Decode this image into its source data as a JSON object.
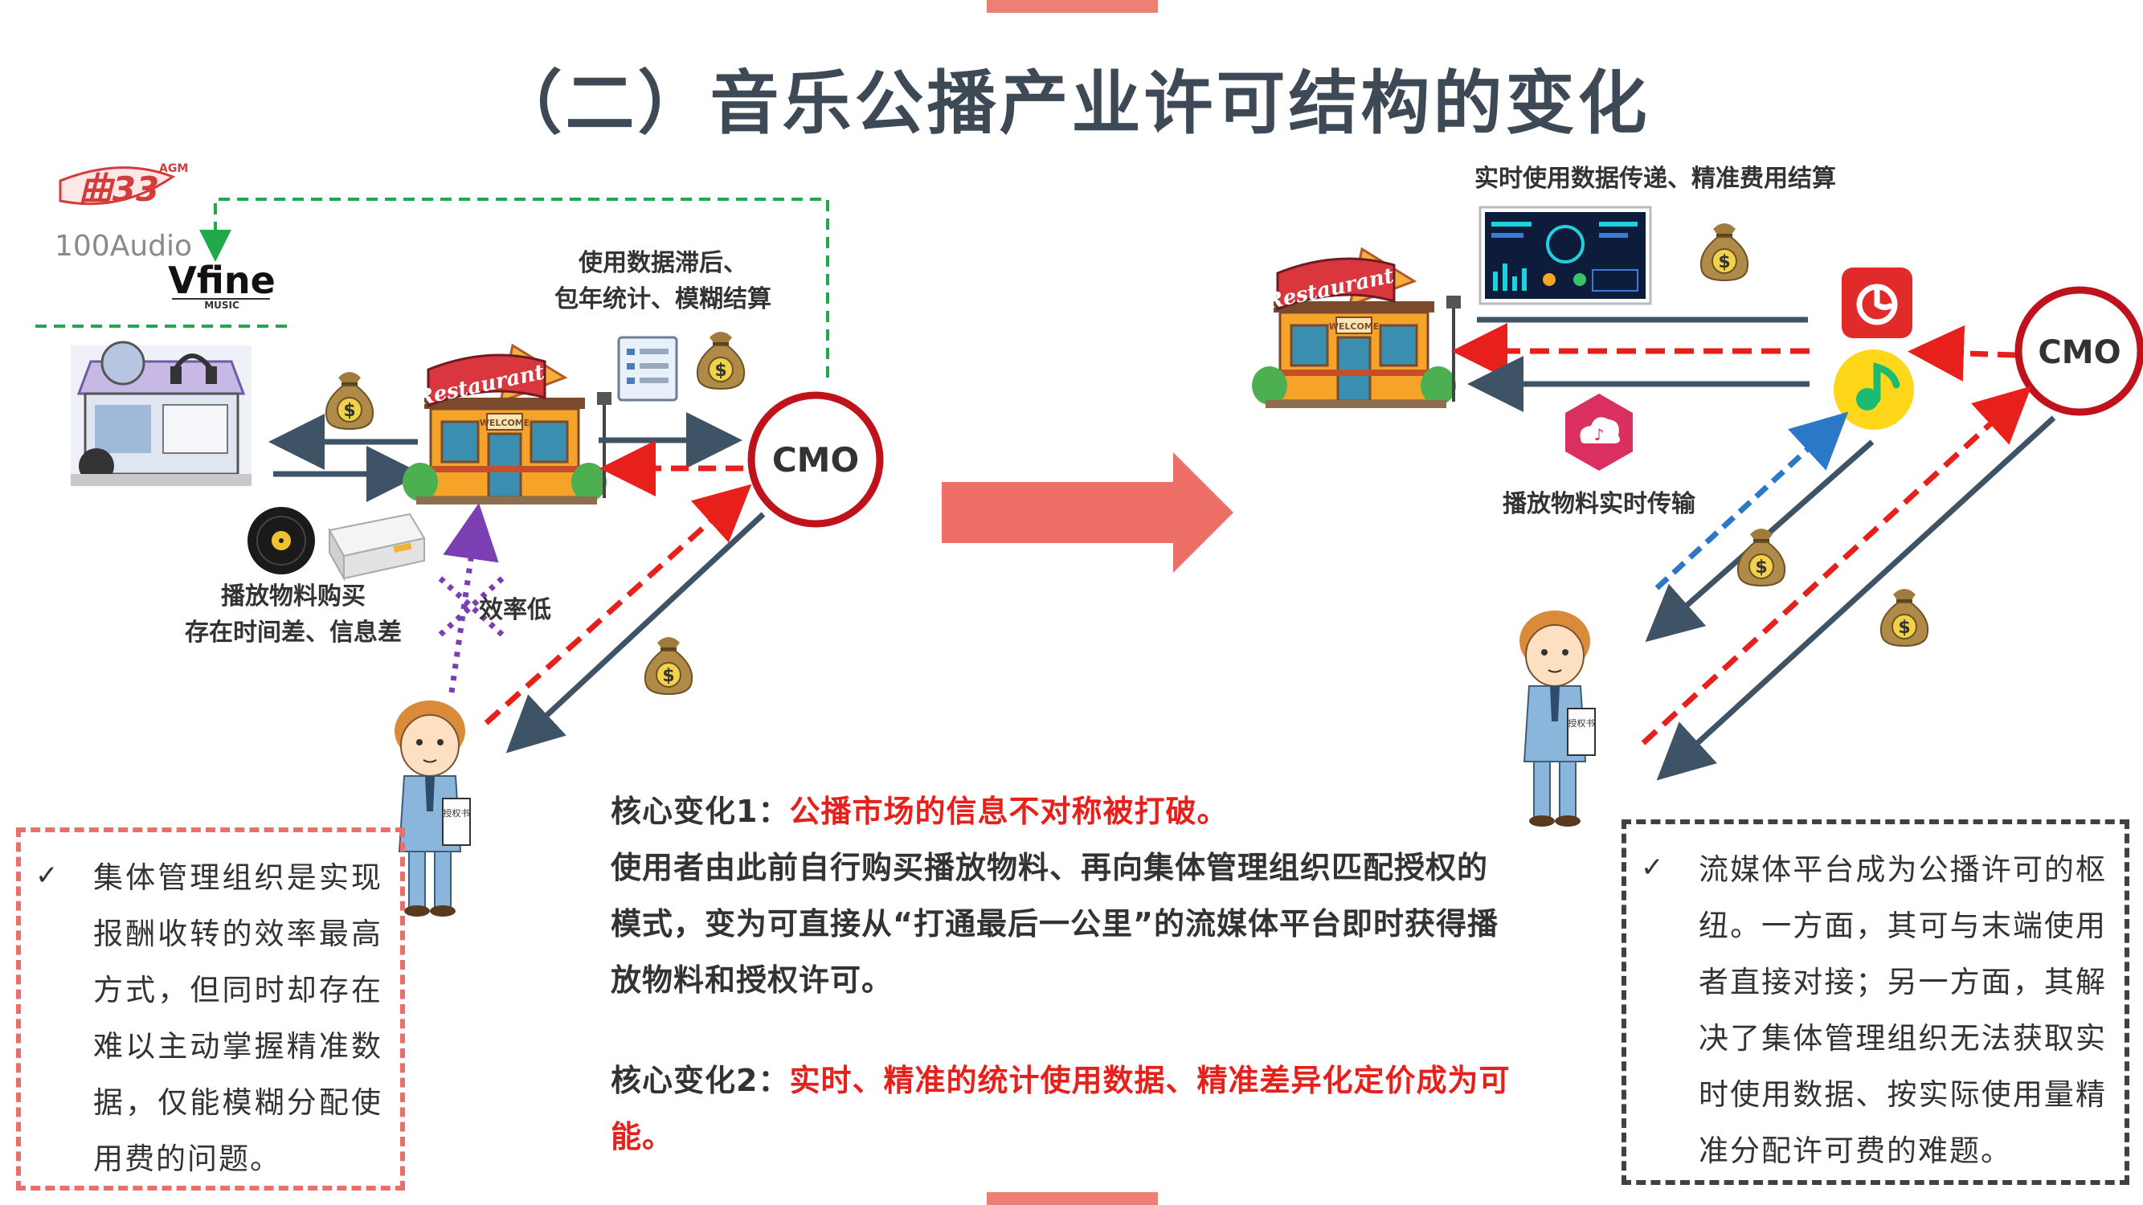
{
  "title": "（二）音乐公播产业许可结构的变化",
  "colors": {
    "accent_red": "#e8201c",
    "arrow_gray": "#3f5366",
    "cmo_ring": "#c0121a",
    "big_arrow": "#ee6e68",
    "green_dash": "#21a84a",
    "purple": "#7b3fb3",
    "blue_dash": "#2b78c6"
  },
  "left": {
    "vendors": {
      "brand_a": "曲33",
      "brand_a_sup": "AGM",
      "brand_b": "100Audio",
      "brand_c": "Vfine",
      "brand_c_sub": "MUSIC"
    },
    "usage_label": [
      "使用数据滞后、",
      "包年统计、模糊结算"
    ],
    "purchase_label": [
      "播放物料购买",
      "存在时间差、信息差"
    ],
    "efficiency_label": "效率低",
    "cmo": "CMO",
    "restaurant_sign": "Restaurant",
    "welcome": "WELCOME",
    "cert": "授权书"
  },
  "right": {
    "realtime_label": "实时使用数据传递、精准费用结算",
    "transfer_label": "播放物料实时传输",
    "cmo": "CMO",
    "restaurant_sign": "Restaurant",
    "welcome": "WELCOME",
    "cert": "授权书"
  },
  "icons": [
    "money-bag-icon",
    "cd-disc-icon",
    "hard-drive-icon",
    "document-icon",
    "netease-music-icon",
    "qq-music-icon",
    "cloud-music-icon",
    "dashboard-screen-icon",
    "big-arrow-icon",
    "check-icon"
  ],
  "left_box": {
    "check": "✓",
    "text": "集体管理组织是实现报酬收转的效率最高方式，但同时却存在难以主动掌握精准数据，仅能模糊分配使用费的问题。"
  },
  "right_box": {
    "check": "✓",
    "text": "流媒体平台成为公播许可的枢纽。一方面，其可与末端使用者直接对接；另一方面，其解决了集体管理组织无法获取实时使用数据、按实际使用量精准分配许可费的难题。"
  },
  "core1": {
    "label": "核心变化1：",
    "highlight": "公播市场的信息不对称被打破。",
    "body": "使用者由此前自行购买播放物料、再向集体管理组织匹配授权的模式，变为可直接从“打通最后一公里”的流媒体平台即时获得播放物料和授权许可。"
  },
  "core2": {
    "label": "核心变化2：",
    "highlight": "实时、精准的统计使用数据、精准差异化定价成为可能。"
  }
}
